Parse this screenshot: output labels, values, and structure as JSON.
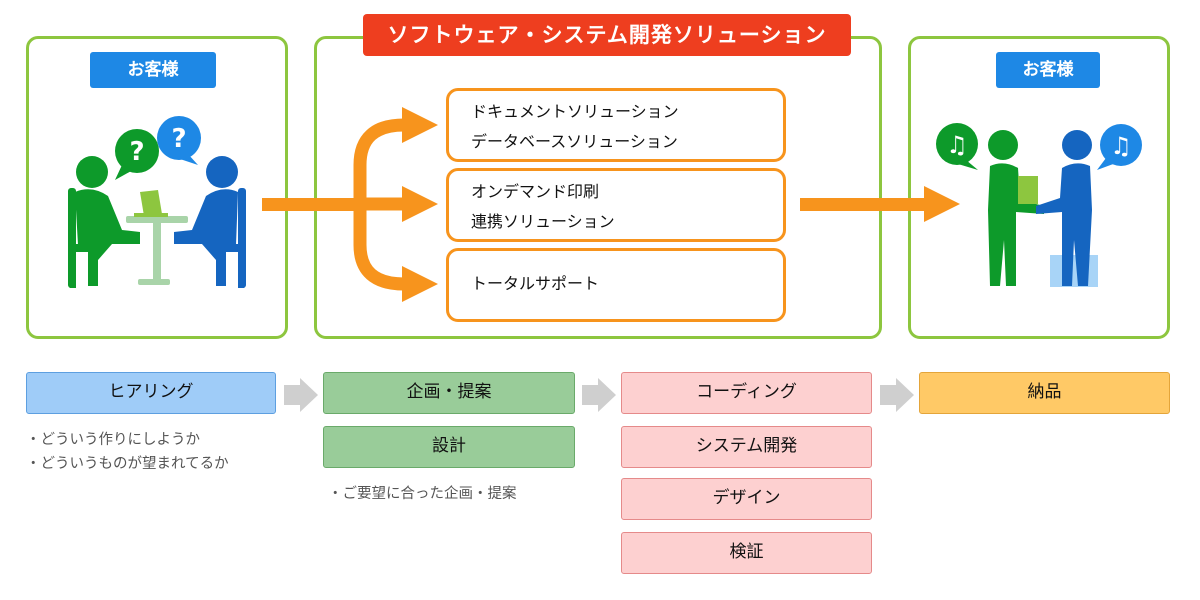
{
  "title": "ソフトウェア・システム開発ソリューション",
  "customer_left": "お客様",
  "customer_right": "お客様",
  "solutions": [
    {
      "lines": [
        "ドキュメントソリューション",
        "データベースソリューション"
      ]
    },
    {
      "lines": [
        "オンデマンド印刷",
        "連携ソリューション"
      ]
    },
    {
      "lines": [
        "トータルサポート"
      ]
    }
  ],
  "stages": {
    "hearing": "ヒアリング",
    "kikaku": "企画・提案",
    "sekkei": "設計",
    "coding": "コーディング",
    "system_dev": "システム開発",
    "design": "デザイン",
    "kensho": "検証",
    "nohin": "納品"
  },
  "notes": {
    "hearing": [
      "・どういう作りにしようか",
      "・どういうものが望まれてるか"
    ],
    "kikaku": [
      "・ご要望に合った企画・提案"
    ]
  },
  "colors": {
    "panel_border": "#8dc63f",
    "title_bg": "#ee3e1f",
    "badge_bg": "#1e88e5",
    "arrow_orange": "#f7941d",
    "figure_green": "#0d9a2a",
    "figure_blue": "#1565c0"
  },
  "icons": [
    "question-bubble-icon",
    "music-note-bubble-icon",
    "laptop-icon",
    "chevron-right-icon"
  ]
}
